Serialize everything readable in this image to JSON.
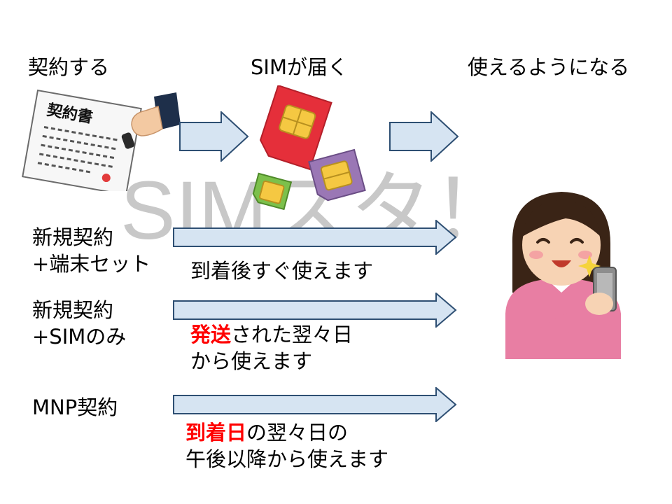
{
  "steps": {
    "contract": "契約する",
    "sim_arrives": "SIMが届く",
    "usable": "使えるようになる"
  },
  "document_title": "契約書",
  "watermark": "SIMスタ！",
  "rows": [
    {
      "label_line1": "新規契約",
      "label_line2": "+端末セット",
      "desc_line1_red": "",
      "desc_line1": "到着後すぐ使えます",
      "desc_line2": ""
    },
    {
      "label_line1": "新規契約",
      "label_line2": "+SIMのみ",
      "desc_line1_red": "発送",
      "desc_line1": "された翌々日",
      "desc_line2": "から使えます"
    },
    {
      "label_line1": "MNP契約",
      "label_line2": "",
      "desc_line1_red": "到着日",
      "desc_line1": "の翌々日の",
      "desc_line2": "午後以降から使えます"
    }
  ],
  "colors": {
    "arrow_fill": "#d6e4f2",
    "arrow_stroke": "#2e4f73",
    "highlight": "#ff0000",
    "watermark": "#c8c8c8"
  }
}
